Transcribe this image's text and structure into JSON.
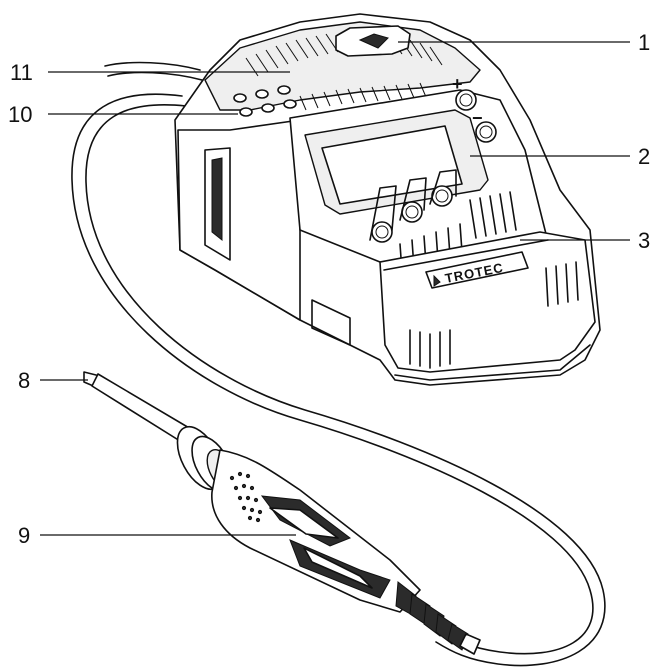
{
  "brand": {
    "logo_text": "TROTEC"
  },
  "buttons": {
    "plus_symbol": "+",
    "minus_symbol": "−"
  },
  "callouts": [
    {
      "number": "1",
      "part": "holder-top"
    },
    {
      "number": "2",
      "part": "display"
    },
    {
      "number": "3",
      "part": "front-panel"
    },
    {
      "number": "8",
      "part": "soldering-tip"
    },
    {
      "number": "9",
      "part": "soldering-iron-handle"
    },
    {
      "number": "10",
      "part": "tip-holder-holes"
    },
    {
      "number": "11",
      "part": "top-tray"
    }
  ],
  "colors": {
    "line": "#111111",
    "background": "#ffffff",
    "shade": "#efefef"
  }
}
